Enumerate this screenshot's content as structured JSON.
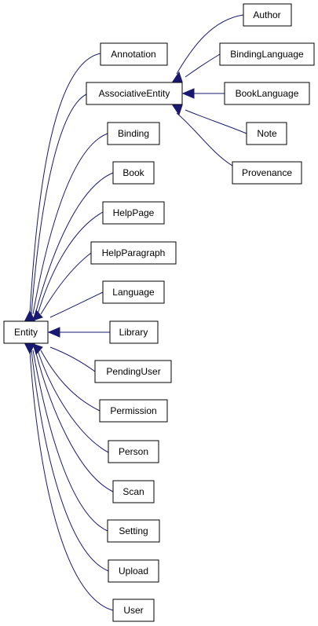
{
  "nodes": {
    "entity": "Entity",
    "annotation": "Annotation",
    "associative_entity": "AssociativeEntity",
    "binding": "Binding",
    "book": "Book",
    "help_page": "HelpPage",
    "help_paragraph": "HelpParagraph",
    "language": "Language",
    "library": "Library",
    "pending_user": "PendingUser",
    "permission": "Permission",
    "person": "Person",
    "scan": "Scan",
    "setting": "Setting",
    "upload": "Upload",
    "user": "User",
    "author": "Author",
    "binding_language": "BindingLanguage",
    "book_language": "BookLanguage",
    "note": "Note",
    "provenance": "Provenance"
  },
  "colors": {
    "edge": "#191970",
    "node_border": "#000000",
    "background": "#ffffff"
  },
  "edges": [
    {
      "from": "annotation",
      "to": "entity"
    },
    {
      "from": "associative_entity",
      "to": "entity"
    },
    {
      "from": "binding",
      "to": "entity"
    },
    {
      "from": "book",
      "to": "entity"
    },
    {
      "from": "help_page",
      "to": "entity"
    },
    {
      "from": "help_paragraph",
      "to": "entity"
    },
    {
      "from": "language",
      "to": "entity"
    },
    {
      "from": "library",
      "to": "entity"
    },
    {
      "from": "pending_user",
      "to": "entity"
    },
    {
      "from": "permission",
      "to": "entity"
    },
    {
      "from": "person",
      "to": "entity"
    },
    {
      "from": "scan",
      "to": "entity"
    },
    {
      "from": "setting",
      "to": "entity"
    },
    {
      "from": "upload",
      "to": "entity"
    },
    {
      "from": "user",
      "to": "entity"
    },
    {
      "from": "author",
      "to": "associative_entity"
    },
    {
      "from": "binding_language",
      "to": "associative_entity"
    },
    {
      "from": "book_language",
      "to": "associative_entity"
    },
    {
      "from": "note",
      "to": "associative_entity"
    },
    {
      "from": "provenance",
      "to": "associative_entity"
    }
  ]
}
